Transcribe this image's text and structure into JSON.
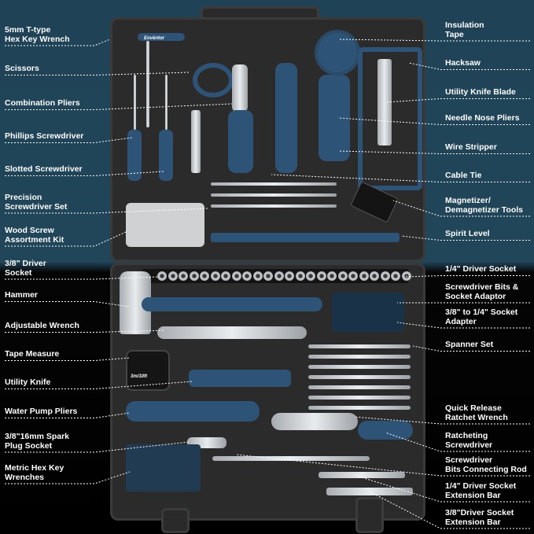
{
  "brand": "Envēntor",
  "labels_left": [
    "5mm T-type\nHex Key Wrench",
    "Scissors",
    "Combination Pliers",
    "Phillips Screwdriver",
    "Slotted Screwdriver",
    "Precision\nScrewdriver Set",
    "Wood Screw\nAssortment Kit",
    "3/8\" Driver\nSocket",
    "Hammer",
    "Adjustable Wrench",
    "Tape Measure",
    "Utility Knife",
    "Water Pump Pliers",
    "3/8\"16mm Spark\nPlug Socket",
    "Metric Hex Key\nWrenches"
  ],
  "labels_right": [
    "Insulation\nTape",
    "Hacksaw",
    "Utility Knife Blade",
    "Needle Nose Pliers",
    "Wire Stripper",
    "Cable Tie",
    "Magnetizer/\nDemagnetizer Tools",
    "Spirit Level",
    "1/4\" Driver Socket",
    "Screwdriver Bits &\nSocket Adaptor",
    "3/8\" to 1/4\" Socket\nAdapter",
    "Spanner Set",
    "Quick Release\nRatchet Wrench",
    "Ratcheting\nScrewdriver",
    "Screwdriver\nBits Connecting Rod",
    "1/4\" Driver Socket\nExtension Bar",
    "3/8\"Driver Socket\nExtension Bar"
  ],
  "tape_readout": "3m/10ft",
  "colors": {
    "accent": "#2d5476",
    "case": "#2b2b2b",
    "bg_top": "#1f4257",
    "bg_bottom": "#000000"
  }
}
